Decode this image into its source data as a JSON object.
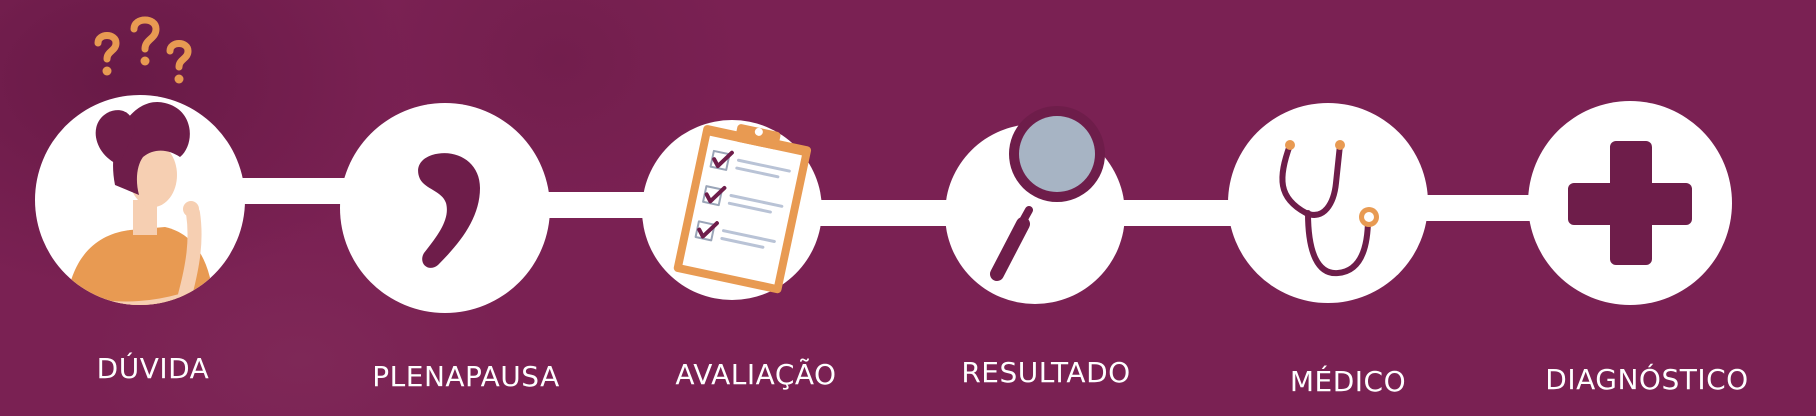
{
  "timeline": {
    "steps": [
      {
        "label": "DÚVIDA",
        "icon": "thinking-woman-icon"
      },
      {
        "label": "PLENAPAUSA",
        "icon": "brand-mark-icon"
      },
      {
        "label": "AVALIAÇÃO",
        "icon": "clipboard-checklist-icon"
      },
      {
        "label": "RESULTADO",
        "icon": "magnifying-glass-icon"
      },
      {
        "label": "MÉDICO",
        "icon": "stethoscope-icon"
      },
      {
        "label": "DIAGNÓSTICO",
        "icon": "medical-cross-icon"
      }
    ]
  },
  "colors": {
    "background": "#7a2153",
    "circle": "#ffffff",
    "label": "#ffffff",
    "accent_orange": "#e89a52",
    "accent_plum": "#6e1d4a"
  }
}
